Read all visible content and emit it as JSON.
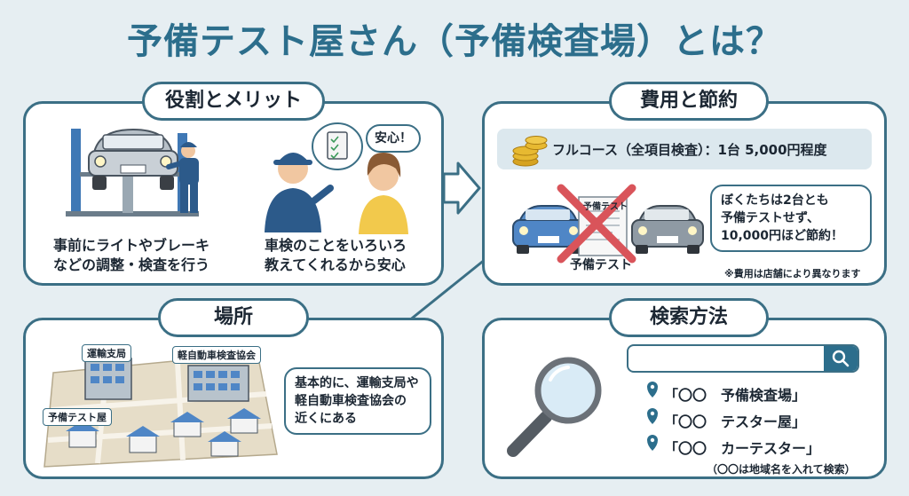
{
  "title": "予備テスト屋さん（予備検査場）とは？",
  "roles": {
    "heading": "役割とメリット",
    "caption_left": [
      "事前にライトやブレーキ",
      "などの調整・検査を行う"
    ],
    "speech": "安心！",
    "caption_right": [
      "車検のことをいろいろ",
      "教えてくれるから安心"
    ]
  },
  "cost": {
    "heading": "費用と節約",
    "full_course": "フルコース（全項目検査）：1台 5,000円程度",
    "doc_top": "予備テスト",
    "doc_bottom": "予備テスト",
    "bubble": [
      "ぼくたちは2台とも",
      "予備テストせず、",
      "10,000円ほど節約！"
    ],
    "note": "※費用は店舗により異なります"
  },
  "place": {
    "heading": "場所",
    "labels": {
      "transport": "運輸支局",
      "kei": "軽自動車検査協会",
      "yobi": "予備テスト屋"
    },
    "bubble": [
      "基本的に、運輸支局や",
      "軽自動車検査協会の",
      "近くにある"
    ]
  },
  "search": {
    "heading": "検索方法",
    "keywords": [
      "「〇〇　予備検査場」",
      "「〇〇　テスター屋」",
      "「〇〇　カーテスター」"
    ],
    "note": "（〇〇は地域名を入れて検索）"
  },
  "colors": {
    "accent": "#2c6e8c",
    "border": "#3b6f85",
    "pin": "#2c6e8c",
    "cross": "#d9545a"
  }
}
